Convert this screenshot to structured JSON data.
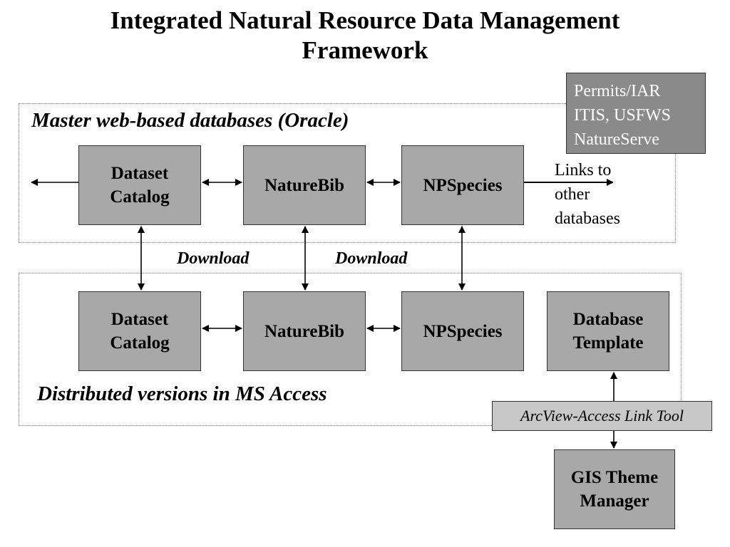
{
  "title": {
    "line1": "Integrated Natural Resource Data Management",
    "line2": "Framework"
  },
  "master_region": {
    "label": "Master web-based databases (Oracle)"
  },
  "distributed_region": {
    "label": "Distributed versions in MS Access"
  },
  "master_boxes": [
    {
      "line1": "Dataset",
      "line2": "Catalog"
    },
    {
      "line1": "NatureBib"
    },
    {
      "line1": "NPSpecies"
    }
  ],
  "distributed_boxes": [
    {
      "line1": "Dataset",
      "line2": "Catalog"
    },
    {
      "line1": "NatureBib"
    },
    {
      "line1": "NPSpecies"
    },
    {
      "line1": "Database",
      "line2": "Template"
    }
  ],
  "external_sources": [
    "Permits/IAR",
    "ITIS, USFWS",
    "NatureServe"
  ],
  "links_label": [
    "Links to",
    "other",
    "databases"
  ],
  "download_labels": [
    "Download",
    "Download"
  ],
  "link_tool": {
    "label": "ArcView-Access Link Tool"
  },
  "gis_box": {
    "line1": "GIS Theme",
    "line2": "Manager"
  }
}
